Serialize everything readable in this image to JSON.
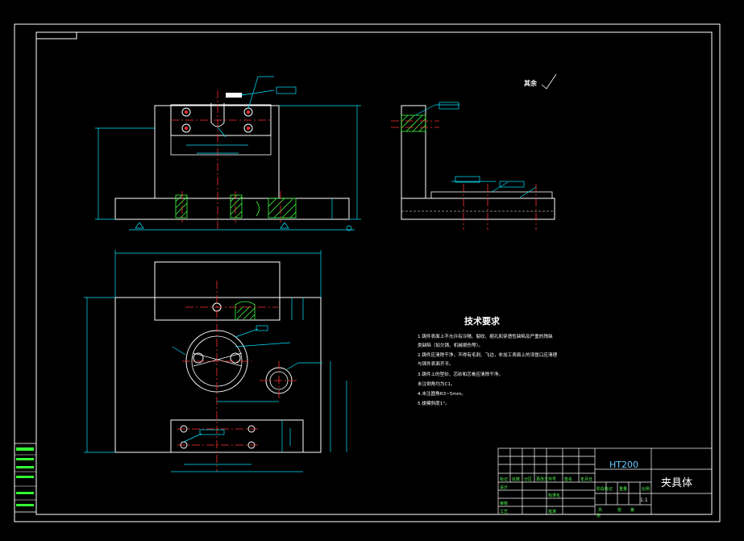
{
  "drawing": {
    "notes_title": "技术要求",
    "notes": [
      "1.铸件表面上不允许有冷隔、裂纹、缩孔和穿透性缺陷及严重的残缺",
      "类缺陷（如欠铸、机械损伤等）。",
      "2.铸件应清除干净，不得有毛刺、飞边，非加工表面上的浇冒口应清理",
      "与铸件表面齐平。",
      "3.铸件上的型砂、芯砂和芯骨应清除干净。",
      "未注倒角均为C1。",
      "4.未注圆角R3~5mm。",
      "5.拔模斜度1°。"
    ],
    "roughness_label": "其余"
  },
  "title_block": {
    "material": "HT200",
    "part_name": "夹具体",
    "scale": "1:1",
    "header_cells": [
      "标记",
      "处数",
      "分区",
      "更改文件号",
      "签名",
      "年月日"
    ],
    "rows": [
      "设计",
      "审核",
      "工艺"
    ],
    "mid_labels": [
      "标准化",
      "批准"
    ],
    "scale_row": [
      "阶段标记",
      "重量",
      "比例"
    ],
    "sheet_row": [
      "共",
      "张",
      "第",
      "张"
    ]
  },
  "colors": {
    "background": "#000000",
    "frame": "#ffffff",
    "outline": "#ffffff",
    "dimension": "#00e5ff",
    "centerline": "#ff3030",
    "hatch": "#3cff3c",
    "notes_text": "#ffffff",
    "title_text": "#66ccff"
  }
}
